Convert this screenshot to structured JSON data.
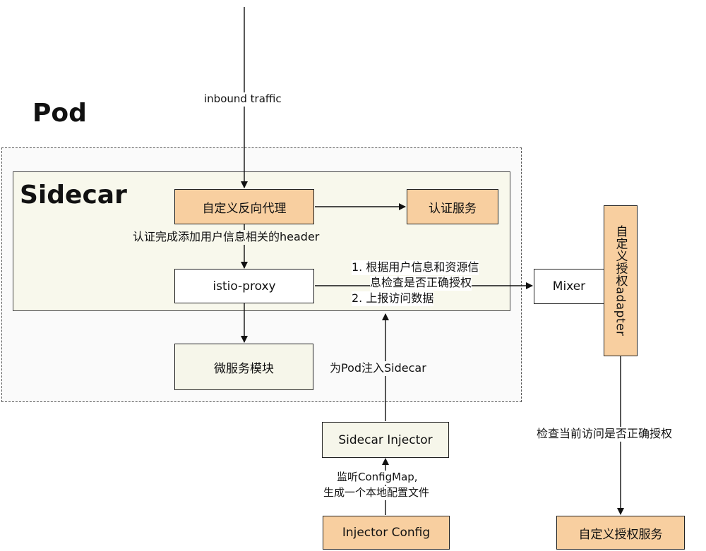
{
  "pod_label": "Pod",
  "sidecar_label": "Sidecar",
  "nodes": {
    "reverse_proxy": "自定义反向代理",
    "auth_service": "认证服务",
    "istio_proxy": "istio-proxy",
    "microservice": "微服务模块",
    "mixer": "Mixer",
    "authz_adapter": "自定义授权adapter",
    "sidecar_injector": "Sidecar Injector",
    "injector_config": "Injector Config",
    "authz_service": "自定义授权服务"
  },
  "edges": {
    "inbound": "inbound traffic",
    "add_header": "认证完成添加用户信息相关的header",
    "mixer_line1": "1. 根据用户信息和资源信",
    "mixer_line2": "息检查是否正确授权",
    "mixer_line3": "2. 上报访问数据",
    "inject": "为Pod注入Sidecar",
    "watch_line1": "监听ConfigMap,",
    "watch_line2": "生成一个本地配置文件",
    "check_authz": "检查当前访问是否正确授权"
  },
  "colors": {
    "orange": "#f8cfa0",
    "cream": "#f6f6ea",
    "white": "#ffffff",
    "line": "#111111"
  }
}
